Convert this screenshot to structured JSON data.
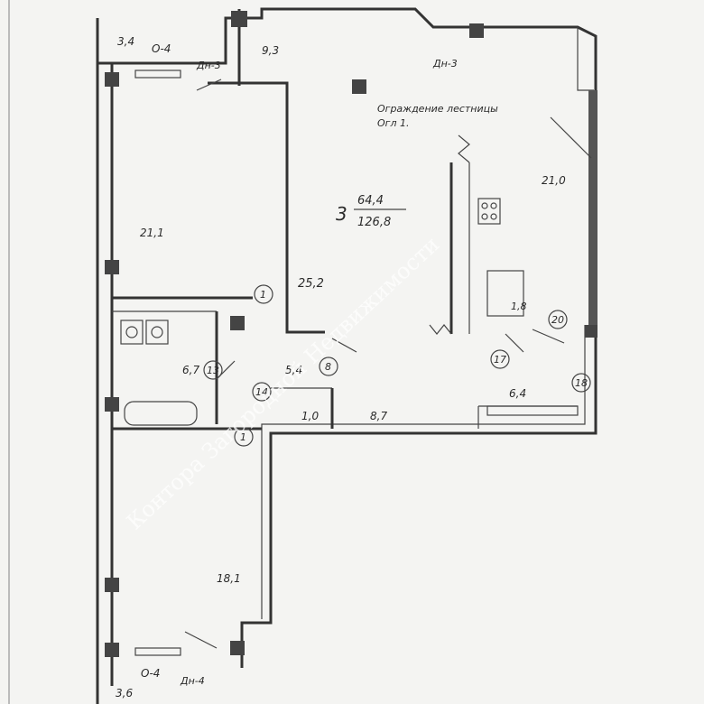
{
  "plan": {
    "rooms": {
      "balcony_top": "3,4",
      "window_top_left": "О-4",
      "door_top_left": "Дн-3",
      "hall_top": "9,3",
      "door_top_right": "Дн-3",
      "stair_rail_line1": "Ограждение лестницы",
      "stair_rail_line2": "Огл 1.",
      "room_left_top": "21,1",
      "room_right_top": "21,0",
      "corridor": "25,2",
      "kitchen_small": "1,8",
      "bath": "6,7",
      "wc": "5,4",
      "storage": "1,0",
      "hall_bottom": "8,7",
      "loggia": "6,4",
      "room_left_bottom": "18,1",
      "balcony_bottom": "3,6",
      "window_bottom_left": "О-4",
      "door_bottom_left": "Дн-4"
    },
    "apartment": {
      "rooms_count": "3",
      "living_area": "64,4",
      "total_area": "126,8"
    },
    "markers": [
      "1",
      "13",
      "14",
      "8",
      "1",
      "17",
      "18",
      "20"
    ],
    "watermark": "Контора Загородной Недвижимости"
  }
}
